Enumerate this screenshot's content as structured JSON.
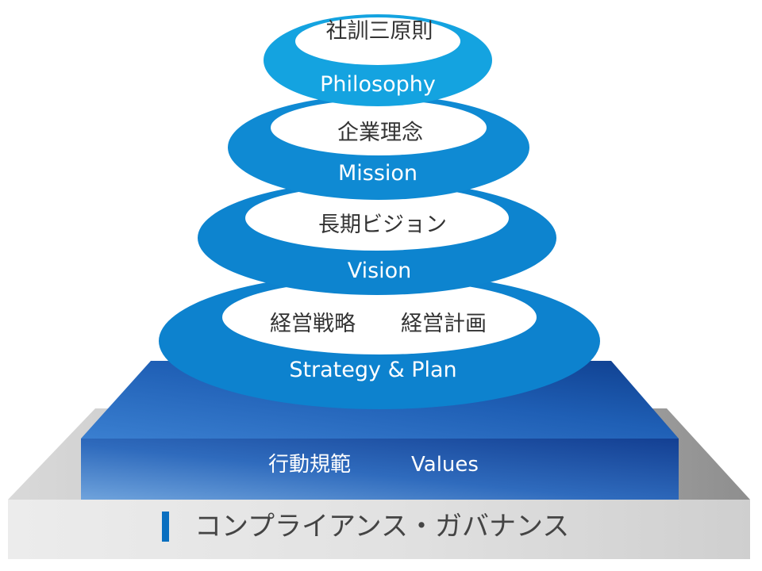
{
  "colors": {
    "tier_blue": "#0e82cf",
    "tier_top": "#12a5e2",
    "base_blue": "#1550a3",
    "gray_base": "#9e9e9e",
    "accent": "#0a6fc0"
  },
  "tiers": [
    {
      "japanese": "社訓三原則",
      "english": "Philosophy"
    },
    {
      "japanese": "企業理念",
      "english": "Mission"
    },
    {
      "japanese": "長期ビジョン",
      "english": "Vision"
    },
    {
      "japanese_left": "経営戦略",
      "japanese_right": "経営計画",
      "english": "Strategy & Plan"
    }
  ],
  "values": {
    "japanese": "行動規範",
    "english": "Values"
  },
  "base": {
    "label": "コンプライアンス・ガバナンス"
  }
}
